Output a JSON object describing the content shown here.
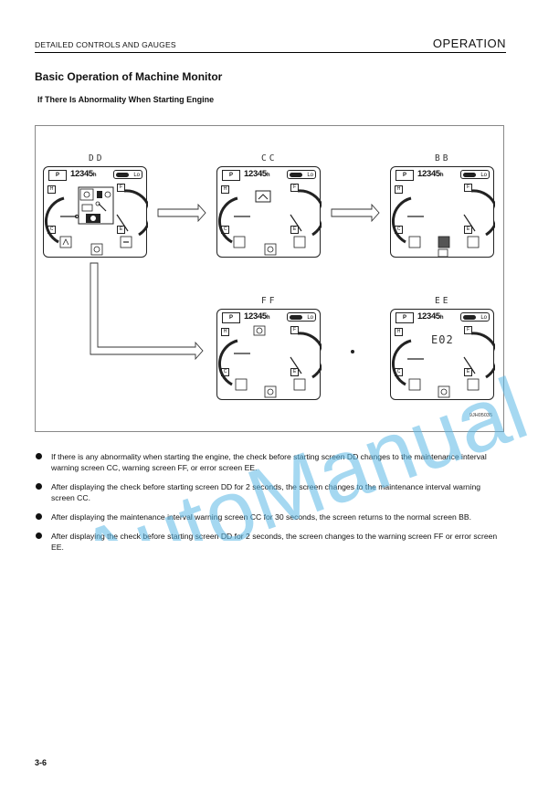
{
  "header": {
    "section": "DETAILED CONTROLS AND GAUGES",
    "chapter": "OPERATION"
  },
  "title": "Basic Operation of Machine Monitor",
  "subtitle": "If There Is Abnormality When Starting Engine",
  "figure": {
    "screens": {
      "dd": {
        "label": "DD",
        "hour": "12345",
        "hour_unit": "h",
        "p_label": "P",
        "gear": "Lo",
        "c_label": "C",
        "h_label": "H",
        "f_label": "F",
        "e_label": "E"
      },
      "cc": {
        "label": "CC",
        "hour": "12345",
        "hour_unit": "h",
        "p_label": "P",
        "gear": "Lo",
        "c_label": "C",
        "h_label": "H",
        "f_label": "F",
        "e_label": "E"
      },
      "bb": {
        "label": "BB",
        "hour": "12345",
        "hour_unit": "h",
        "p_label": "P",
        "gear": "Lo",
        "c_label": "C",
        "h_label": "H",
        "f_label": "F",
        "e_label": "E"
      },
      "ff": {
        "label": "FF",
        "hour": "12345",
        "hour_unit": "h",
        "p_label": "P",
        "gear": "Lo",
        "c_label": "C",
        "h_label": "H",
        "f_label": "F",
        "e_label": "E"
      },
      "ee": {
        "label": "EE",
        "hour": "12345",
        "hour_unit": "h",
        "p_label": "P",
        "gear": "Lo",
        "c_label": "C",
        "h_label": "H",
        "f_label": "F",
        "e_label": "E",
        "error_code": "E02"
      }
    },
    "code": "9JH05035",
    "icons": [
      "oil-pressure-icon",
      "coolant-icon",
      "battery-icon",
      "wrench-icon",
      "seatbelt-icon",
      "parking-brake-icon",
      "fuel-icon",
      "maintenance-icon"
    ]
  },
  "bullets": [
    "If there is any abnormality when starting the engine, the check before starting screen DD changes to the maintenance interval warning screen CC, warning screen FF, or error screen EE.",
    "After displaying the check before starting screen DD for 2 seconds, the screen changes to the maintenance interval warning screen CC.",
    "After displaying the maintenance interval warning screen CC for 30 seconds, the screen returns to the normal screen BB.",
    "After displaying the check before starting screen DD for 2 seconds, the screen changes to the warning screen FF or error screen EE."
  ],
  "page_number": "3-6",
  "watermark": "AutoManual",
  "colors": {
    "watermark": "#5bb8e6",
    "ink": "#111111"
  }
}
